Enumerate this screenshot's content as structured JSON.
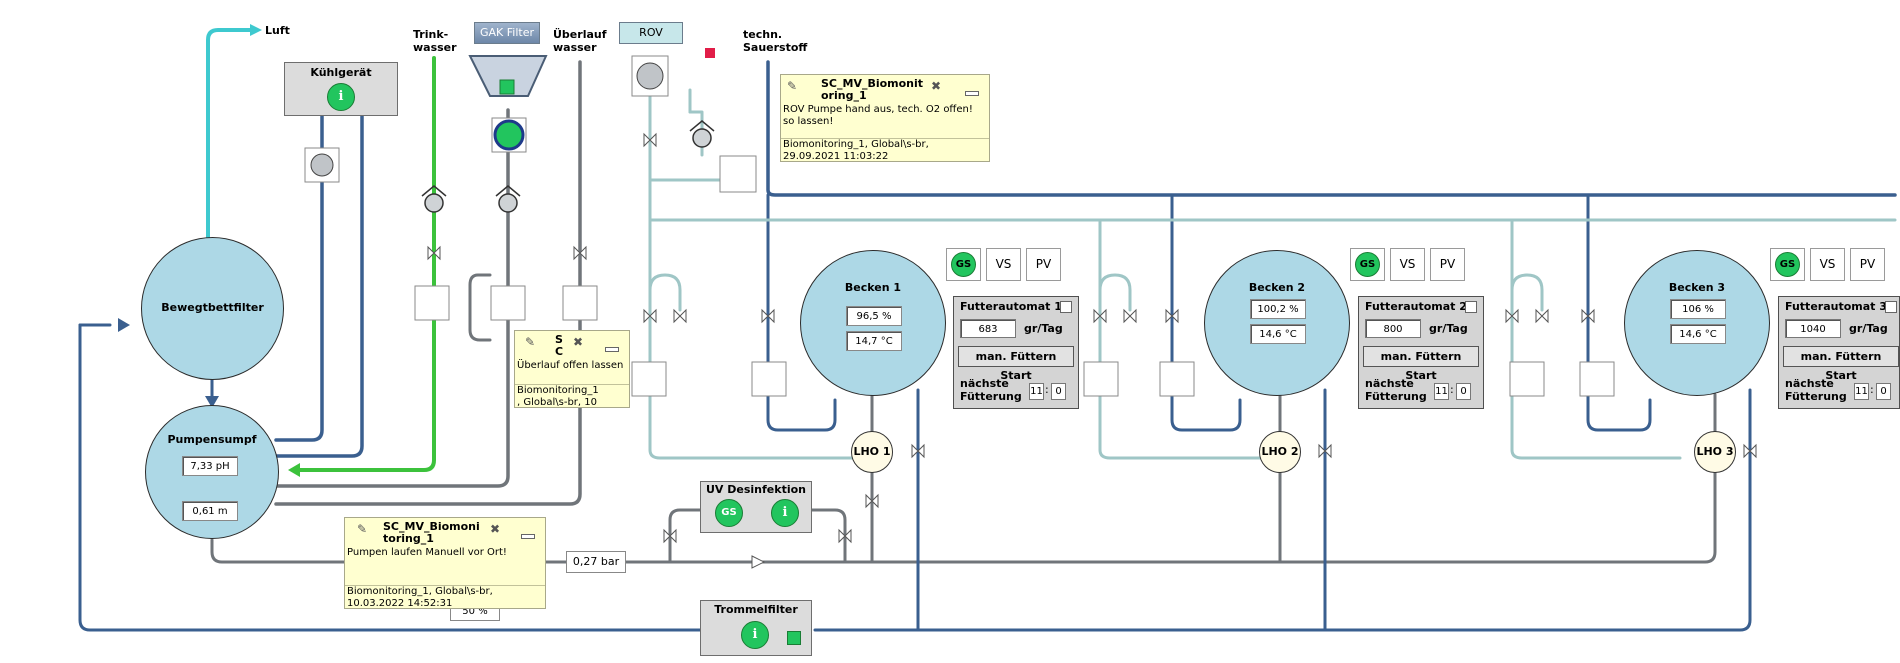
{
  "labels": {
    "luft": "Luft",
    "trinkwasser": "Trink-\nwasser",
    "ueberlaufwasser": "Überlauf\nwasser",
    "techn_sauerstoff": "techn.\nSauerstoff"
  },
  "top_buttons": {
    "gak": "GAK Filter",
    "rov": "ROV"
  },
  "kuehlgeraet": {
    "title": "Kühlgerät",
    "info_icon": "i"
  },
  "uv": {
    "title": "UV Desinfektion",
    "gs": "GS",
    "info_icon": "i"
  },
  "trommelfilter": {
    "title": "Trommelfilter",
    "info_icon": "i"
  },
  "bewegtbettfilter": {
    "title": "Bewegtbettfilter"
  },
  "pumpensumpf": {
    "title": "Pumpensumpf",
    "ph": "7,33 pH",
    "level": "0,61 m"
  },
  "pressure": "0,27 bar",
  "percent_partial": "50 %",
  "becken": [
    {
      "title": "Becken 1",
      "value1": "96,5 %",
      "value2": "14,7 °C",
      "lho": "LHO 1",
      "gs": "GS",
      "vs": "VS",
      "pv": "PV",
      "futter": {
        "title": "Futterautomat 1",
        "amount": "683",
        "unit": "gr/Tag",
        "button": "man. Füttern Start",
        "next": "nächste\nFütterung",
        "hh": "11",
        "mm": "0"
      }
    },
    {
      "title": "Becken 2",
      "value1": "100,2 %",
      "value2": "14,6 °C",
      "lho": "LHO 2",
      "gs": "GS",
      "vs": "VS",
      "pv": "PV",
      "futter": {
        "title": "Futterautomat 2",
        "amount": "800",
        "unit": "gr/Tag",
        "button": "man. Füttern Start",
        "next": "nächste\nFütterung",
        "hh": "11",
        "mm": "0"
      }
    },
    {
      "title": "Becken 3",
      "value1": "106 %",
      "value2": "14,6 °C",
      "lho": "LHO 3",
      "gs": "GS",
      "vs": "VS",
      "pv": "PV",
      "futter": {
        "title": "Futterautomat 3",
        "amount": "1040",
        "unit": "gr/Tag",
        "button": "man. Füttern Start",
        "next": "nächste\nFütterung",
        "hh": "11",
        "mm": "0"
      }
    }
  ],
  "notes": {
    "rov": {
      "title": "SC_MV_Biomonit\noring_1",
      "text": "ROV Pumpe hand aus, tech. O2 offen!\nso lassen!",
      "footer": "Biomonitoring_1, Global\\s-br,\n29.09.2021 11:03:22"
    },
    "ueberlauf": {
      "title": "S\nC",
      "text": "Überlauf offen lassen",
      "footer": "Biomonitoring_1\n, Global\\s-br, 10"
    },
    "pumpen": {
      "title": "SC_MV_Biomoni\ntoring_1",
      "text": "Pumpen laufen Manuell vor Ort!",
      "footer": "Biomonitoring_1, Global\\s-br,\n10.03.2022 14:52:31"
    }
  },
  "colors": {
    "tank": "#add8e6",
    "pipe_grey": "#70757a",
    "pipe_blue": "#3a5f8f",
    "pipe_light": "#9fc6c6",
    "pipe_green": "#3cc23c",
    "pipe_cyan": "#3ec9cf",
    "status_green": "#22c55e",
    "note_bg": "#ffffd0"
  }
}
